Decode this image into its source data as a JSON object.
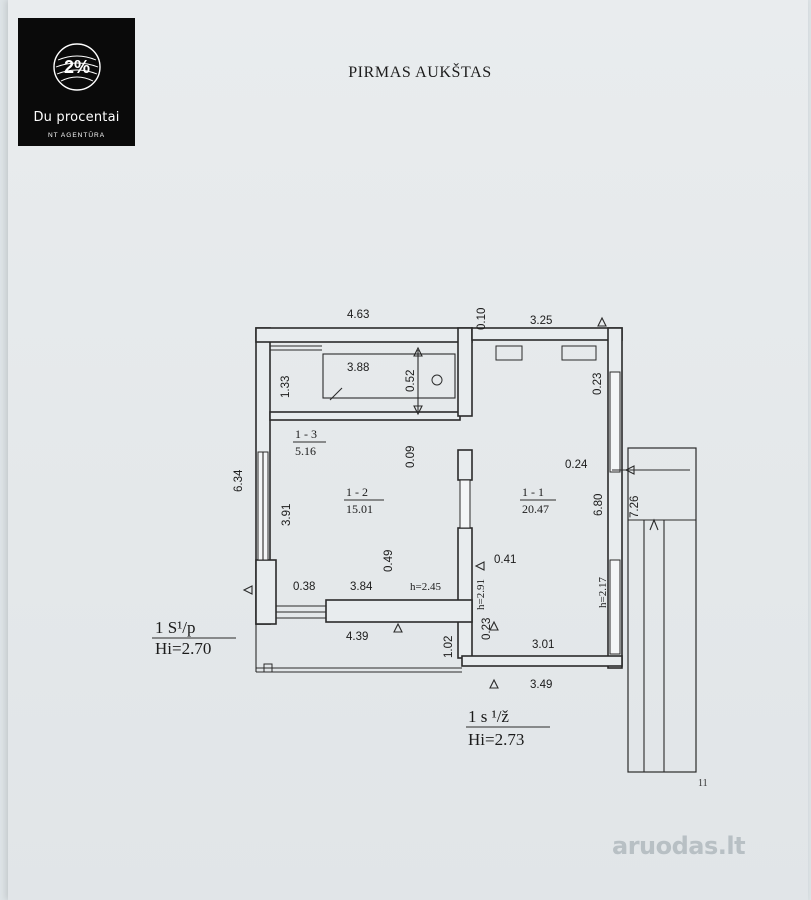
{
  "logo": {
    "mark_text": "2%",
    "name": "Du procentai",
    "subtitle": "NT AGENTŪRA"
  },
  "title": "PIRMAS AUKŠTAS",
  "dimensions": {
    "top_left": "4.63",
    "top_gap": "0.10",
    "top_right": "3.25",
    "bath_w": "3.88",
    "bath_h": "1.33",
    "bath_inner": "0.52",
    "right_inner_top": "0.23",
    "wall_09": "0.09",
    "left_total": "6.34",
    "room2_h": "3.91",
    "room2_inner": "0.49",
    "mid_wall": "0.41",
    "right_inner": "0.24",
    "right_h": "6.80",
    "right_outer": "7.26",
    "step": "0.38",
    "room2_w": "3.84",
    "h_room2": "h=2.45",
    "h_door": "h=2.91",
    "h_right": "h=2.17",
    "bottom_left": "4.39",
    "step_h": "1.02",
    "small_023": "0.23",
    "bottom_inner": "3.01",
    "bottom_outer": "3.49"
  },
  "rooms": [
    {
      "id": "1 - 3",
      "area": "5.16"
    },
    {
      "id": "1 - 2",
      "area": "15.01"
    },
    {
      "id": "1 - 1",
      "area": "20.47"
    }
  ],
  "notes": {
    "left_label_line1": "1 S¹/p",
    "left_label_line2": "Hi=2.70",
    "bottom_label_line1": "1 s ¹/ž",
    "bottom_label_line2": "Hi=2.73"
  },
  "page_number": "11",
  "watermark": "aruodas.lt"
}
